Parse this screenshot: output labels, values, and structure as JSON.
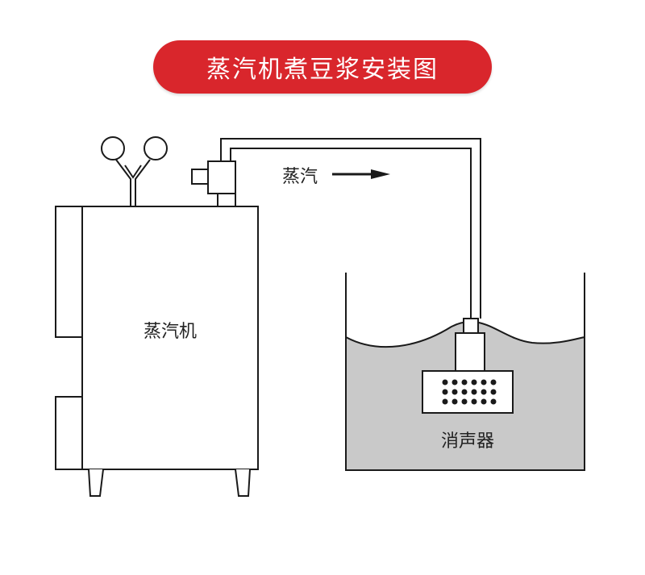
{
  "title": "蒸汽机煮豆浆安装图",
  "labels": {
    "steam_flow": "蒸汽",
    "machine": "蒸汽机",
    "muffler": "消声器"
  },
  "colors": {
    "banner": "#d9262c",
    "water": "#c9c9c9",
    "outline": "#1a1a1a"
  }
}
